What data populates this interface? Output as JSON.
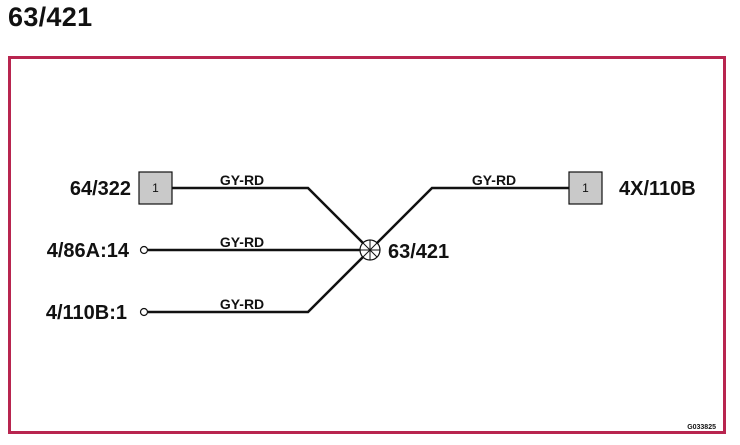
{
  "title": "63/421",
  "colors": {
    "frame": "#b8254f",
    "connector_fill": "#c9c9c9",
    "wire": "#111111"
  },
  "diagram": {
    "splice": {
      "label": "63/421"
    },
    "connectors": [
      {
        "label": "64/322",
        "type": "box",
        "pin": "1"
      },
      {
        "label": "4/86A:14",
        "type": "terminal"
      },
      {
        "label": "4/110B:1",
        "type": "terminal"
      },
      {
        "label": "4X/110B",
        "type": "box",
        "pin": "1"
      }
    ],
    "wires": [
      {
        "label": "GY-RD"
      },
      {
        "label": "GY-RD"
      },
      {
        "label": "GY-RD"
      },
      {
        "label": "GY-RD"
      }
    ],
    "figure_code": "G033825"
  }
}
